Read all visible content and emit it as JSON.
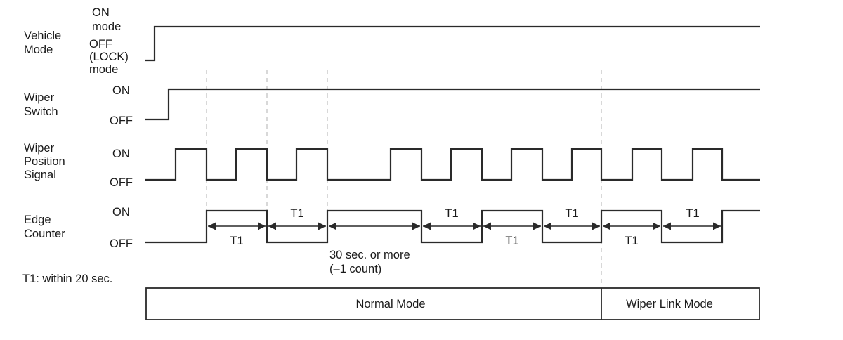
{
  "signals": {
    "vehicle_mode": {
      "name": [
        "Vehicle",
        "Mode"
      ],
      "on_label": [
        "ON",
        "mode"
      ],
      "off_label": [
        "OFF",
        "(LOCK)",
        "mode"
      ]
    },
    "wiper_switch": {
      "name": [
        "Wiper",
        "Switch"
      ],
      "on_label": "ON",
      "off_label": "OFF"
    },
    "wiper_position_signal": {
      "name": [
        "Wiper",
        "Position",
        "Signal"
      ],
      "on_label": "ON",
      "off_label": "OFF",
      "pulse_count": 9
    },
    "edge_counter": {
      "name": [
        "Edge",
        "Counter"
      ],
      "on_label": "ON",
      "off_label": "OFF"
    }
  },
  "interval_label": "T1",
  "long_interval_label": [
    "30 sec. or more",
    "(–1 count)"
  ],
  "note": "T1: within 20 sec.",
  "modes": {
    "normal": "Normal Mode",
    "wiper_link": "Wiper Link Mode"
  }
}
